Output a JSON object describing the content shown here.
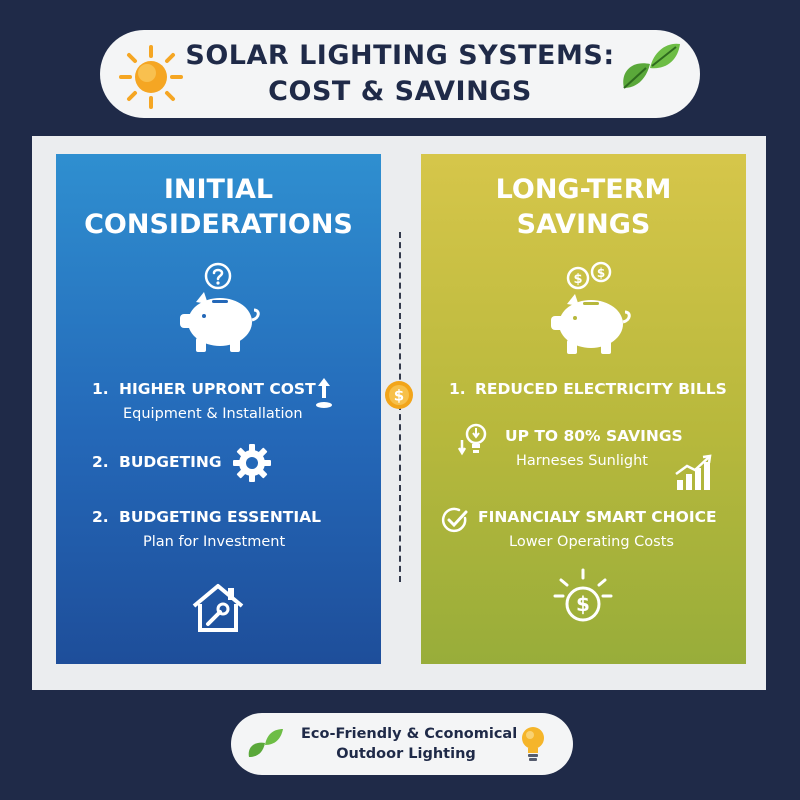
{
  "header": {
    "title_line1": "SOLAR LIGHTING SYSTEMS:",
    "title_line2": "COST & SAVINGS"
  },
  "left_panel": {
    "title_line1": "INITIAL",
    "title_line2": "CONSIDERATIONS",
    "items": [
      {
        "number": "1.",
        "title": "HIGHER UPRONT COST",
        "subtitle": "Equipment & Installation"
      },
      {
        "number": "2.",
        "title": "BUDGETING",
        "subtitle": ""
      },
      {
        "number": "2.",
        "title": "BUDGETING ESSENTIAL",
        "subtitle": "Plan for Investment"
      }
    ]
  },
  "right_panel": {
    "title_line1": "LONG-TERM",
    "title_line2": "SAVINGS",
    "items": [
      {
        "number": "1.",
        "title": "REDUCED ELECTRICITY BILLS",
        "subtitle": ""
      },
      {
        "number": "",
        "title": "UP TO 80% SAVINGS",
        "subtitle": "Harneses Sunlight"
      },
      {
        "number": "",
        "title": "FINANCIALY SMART CHOICE",
        "subtitle": "Lower Operating Costs"
      }
    ]
  },
  "footer": {
    "line1": "Eco-Friendly & Cconomical",
    "line2": "Outdoor Lighting"
  },
  "icons": {
    "sun": "sun-icon",
    "leaves": "leaves-icon",
    "question": "question-icon",
    "piggy_bank": "piggy-bank-icon",
    "arrow_up": "arrow-up-icon",
    "gear": "gear-icon",
    "house_wrench": "house-wrench-icon",
    "coins": "coins-icon",
    "coin_dollar": "coin-dollar-icon",
    "bulb_down": "bulb-down-arrow-icon",
    "bar_chart_up": "bar-chart-up-icon",
    "check_circle": "check-circle-icon",
    "sun_dollar": "sun-dollar-icon",
    "lightbulb": "lightbulb-icon"
  },
  "colors": {
    "background": "#1f2a48",
    "left_panel": "#2468b8",
    "right_panel": "#b7b83c",
    "sun": "#f5a623",
    "leaf": "#5aa83a",
    "coin": "#f2a51a"
  }
}
